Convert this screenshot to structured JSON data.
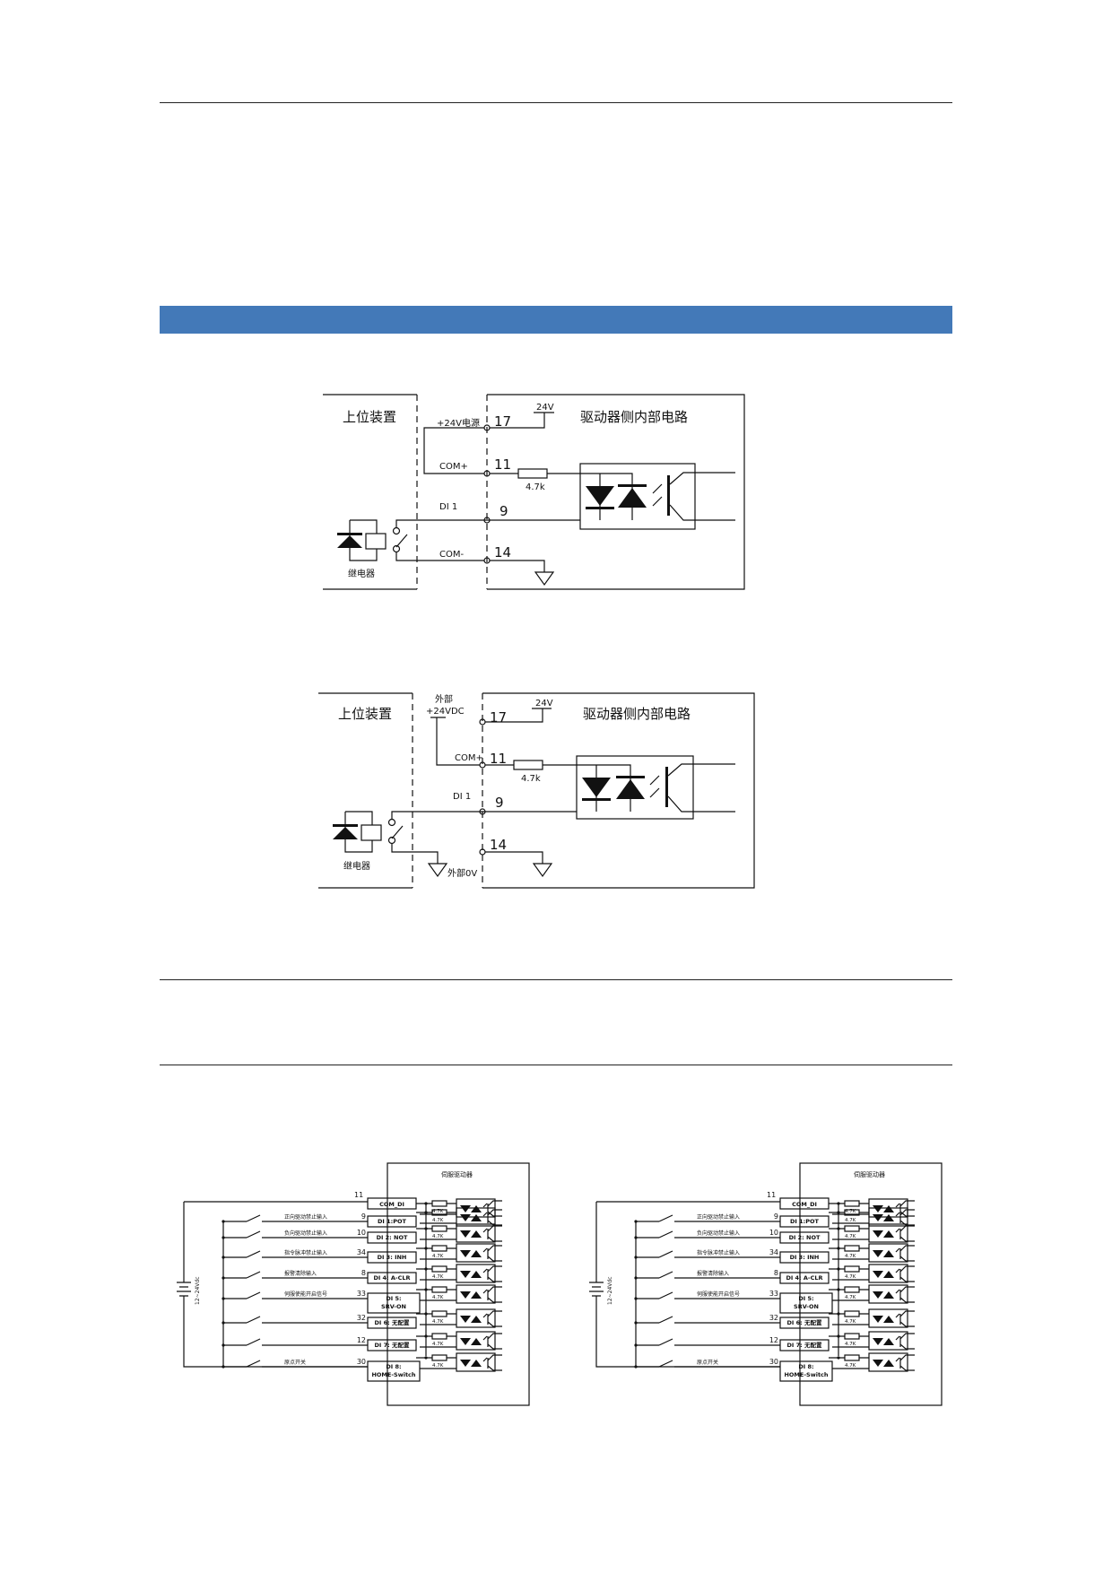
{
  "diagram1": {
    "host_label": "上位装置",
    "driver_label": "驱动器侧内部电路",
    "supply_label": "+24V电源",
    "v24_label": "24V",
    "pin17": "17",
    "com_plus_label": "COM+",
    "pin11": "11",
    "resistor_label": "4.7k",
    "di_label": "DI 1",
    "pin9": "9",
    "com_minus_label": "COM-",
    "pin14": "14",
    "relay_label": "继电器"
  },
  "diagram2": {
    "host_label": "上位装置",
    "driver_label": "驱动器侧内部电路",
    "ext_label_line1": "外部",
    "ext_label_line2": "+24VDC",
    "v24_label": "24V",
    "pin17": "17",
    "com_plus_label": "COM+",
    "pin11": "11",
    "resistor_label": "4.7k",
    "di_label": "DI 1",
    "pin9": "9",
    "pin14": "14",
    "ext_0v_label": "外部0V",
    "relay_label": "继电器"
  },
  "wiring": {
    "title": "伺服驱动器",
    "supply_label": "12~24Vdc",
    "resistor_label": "4.7K",
    "com": {
      "pin": "11",
      "name": "COM_DI"
    },
    "rows": [
      {
        "pin": "9",
        "name": [
          "DI 1:POT"
        ],
        "desc": "正向驱动禁止输入"
      },
      {
        "pin": "10",
        "name": [
          "DI 2: NOT"
        ],
        "desc": "负向驱动禁止输入"
      },
      {
        "pin": "34",
        "name": [
          "DI 3: INH"
        ],
        "desc": "指令脉冲禁止输入"
      },
      {
        "pin": "8",
        "name": [
          "DI 4: A-CLR"
        ],
        "desc": "报警清除输入"
      },
      {
        "pin": "33",
        "name": [
          "DI 5:",
          "SRV-ON"
        ],
        "desc": "伺服使能开启信号"
      },
      {
        "pin": "32",
        "name": [
          "DI 6: 无配置"
        ],
        "desc": ""
      },
      {
        "pin": "12",
        "name": [
          "DI 7: 无配置"
        ],
        "desc": ""
      },
      {
        "pin": "30",
        "name": [
          "DI 8:",
          "HOME-Switch"
        ],
        "desc": "原点开关"
      }
    ]
  }
}
